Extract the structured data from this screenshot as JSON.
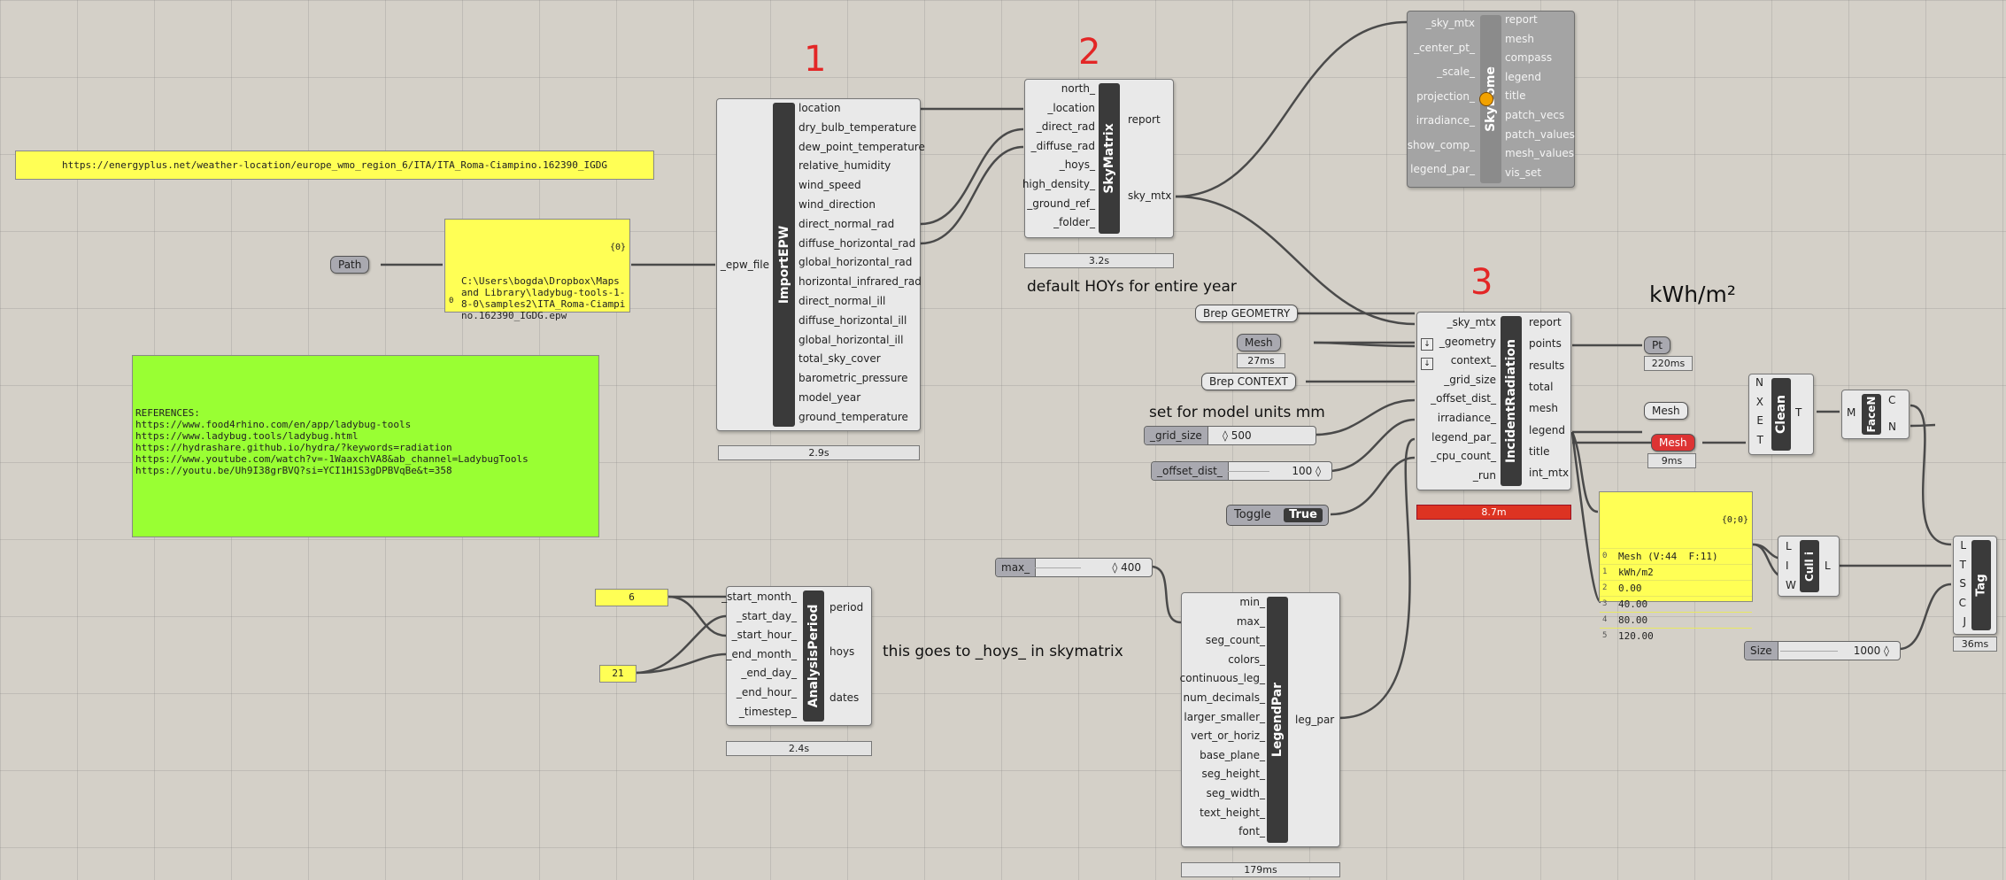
{
  "markers": {
    "one": "1",
    "two": "2",
    "three": "3"
  },
  "texts": {
    "hoys_note": "default HOYs for entire year",
    "units_note": "set for model units mm",
    "hoys_target": "this goes to _hoys_ in skymatrix",
    "unit_label": "kWh/m²"
  },
  "url_panel": "https://energyplus.net/weather-location/europe_wmo_region_6/ITA/ITA_Roma-Ciampino.162390_IGDG",
  "path_pill": "Path",
  "path_panel": {
    "header": "{0}",
    "index": "0",
    "text": "C:\\Users\\bogda\\Dropbox\\Maps and Library\\ladybug-tools-1-8-0\\samples2\\ITA_Roma-Ciampino.162390_IGDG.epw"
  },
  "references_panel": "REFERENCES:\nhttps://www.food4rhino.com/en/app/ladybug-tools\nhttps://www.ladybug.tools/ladybug.html\nhttps://hydrashare.github.io/hydra/?keywords=radiation\nhttps://www.youtube.com/watch?v=-1WaaxchVA8&ab_channel=LadybugTools\nhttps://youtu.be/Uh9I38grBVQ?si=YCI1H1S3gDPBVqBe&t=358",
  "import_epw": {
    "name": "ImportEPW",
    "input": "_epw_file",
    "timer": "2.9s",
    "outputs": [
      "location",
      "dry_bulb_temperature",
      "dew_point_temperature",
      "relative_humidity",
      "wind_speed",
      "wind_direction",
      "direct_normal_rad",
      "diffuse_horizontal_rad",
      "global_horizontal_rad",
      "horizontal_infrared_rad",
      "direct_normal_ill",
      "diffuse_horizontal_ill",
      "global_horizontal_ill",
      "total_sky_cover",
      "barometric_pressure",
      "model_year",
      "ground_temperature"
    ]
  },
  "sky_matrix": {
    "name": "SkyMatrix",
    "timer": "3.2s",
    "inputs": [
      "north_",
      "_location",
      "_direct_rad",
      "_diffuse_rad",
      "_hoys_",
      "high_density_",
      "_ground_ref_",
      "_folder_"
    ],
    "outputs": [
      "report",
      "sky_mtx"
    ]
  },
  "sky_dome": {
    "name": "SkyDome",
    "inputs": [
      "_sky_mtx",
      "_center_pt_",
      "_scale_",
      "projection_",
      "irradiance_",
      "show_comp_",
      "legend_par_"
    ],
    "outputs": [
      "report",
      "mesh",
      "compass",
      "legend",
      "title",
      "patch_vecs",
      "patch_values",
      "mesh_values",
      "vis_set"
    ]
  },
  "incident_radiation": {
    "name": "IncidentRadiation",
    "timer": "8.7m",
    "inputs": [
      "_sky_mtx",
      "_geometry",
      "context_",
      "_grid_size",
      "_offset_dist_",
      "irradiance_",
      "legend_par_",
      "_cpu_count_",
      "_run"
    ],
    "outputs": [
      "report",
      "points",
      "results",
      "total",
      "mesh",
      "legend",
      "title",
      "int_mtx"
    ]
  },
  "params": {
    "brep_geometry": "Brep GEOMETRY",
    "mesh": "Mesh",
    "mesh_timer": "27ms",
    "brep_context": "Brep CONTEXT",
    "pt": "Pt",
    "pt_timer": "220ms",
    "mesh_out": "Mesh",
    "mesh_red": "Mesh",
    "mesh_red_timer": "9ms"
  },
  "sliders": {
    "grid_size": {
      "name": "_grid_size",
      "value": "◊ 500"
    },
    "offset_dist": {
      "name": "_offset_dist_",
      "value": "100 ◊"
    },
    "max": {
      "name": "max_",
      "value": "◊ 400"
    },
    "size": {
      "name": "Size",
      "value": "1000 ◊"
    }
  },
  "toggle": {
    "name": "Toggle",
    "value": "True"
  },
  "analysis_period": {
    "name": "AnalysisPeriod",
    "timer": "2.4s",
    "inputs": [
      "_start_month_",
      "_start_day_",
      "_start_hour_",
      "_end_month_",
      "_end_day_",
      "_end_hour_",
      "_timestep_"
    ],
    "outputs": [
      "period",
      "hoys",
      "dates"
    ]
  },
  "number_panels": {
    "six": "6",
    "twentyone": "21"
  },
  "legend_par": {
    "name": "LegendPar",
    "timer": "179ms",
    "inputs": [
      "min_",
      "max_",
      "seg_count_",
      "colors_",
      "continuous_leg_",
      "num_decimals_",
      "larger_smaller_",
      "vert_or_horiz_",
      "base_plane_",
      "seg_height_",
      "seg_width_",
      "text_height_",
      "font_"
    ],
    "output": "leg_par"
  },
  "mesh_list_panel": {
    "header": "{0;0}",
    "rows": [
      {
        "i": "0",
        "v": "Mesh (V:44  F:11)"
      },
      {
        "i": "1",
        "v": "kWh/m2"
      },
      {
        "i": "2",
        "v": "0.00"
      },
      {
        "i": "3",
        "v": "40.00"
      },
      {
        "i": "4",
        "v": "80.00"
      },
      {
        "i": "5",
        "v": "120.00"
      }
    ]
  },
  "clean": {
    "name": "Clean",
    "inputs": [
      "N",
      "X",
      "E",
      "T"
    ],
    "output": "T"
  },
  "face_normals": {
    "name": "FaceN",
    "input": "M",
    "outputs": [
      "C",
      "N"
    ]
  },
  "cull_index": {
    "name": "Cull i",
    "inputs": [
      "L",
      "I",
      "W"
    ],
    "output": "L"
  },
  "tag": {
    "name": "Tag",
    "inputs": [
      "L",
      "T",
      "S",
      "C",
      "J"
    ],
    "timer": "36ms"
  }
}
